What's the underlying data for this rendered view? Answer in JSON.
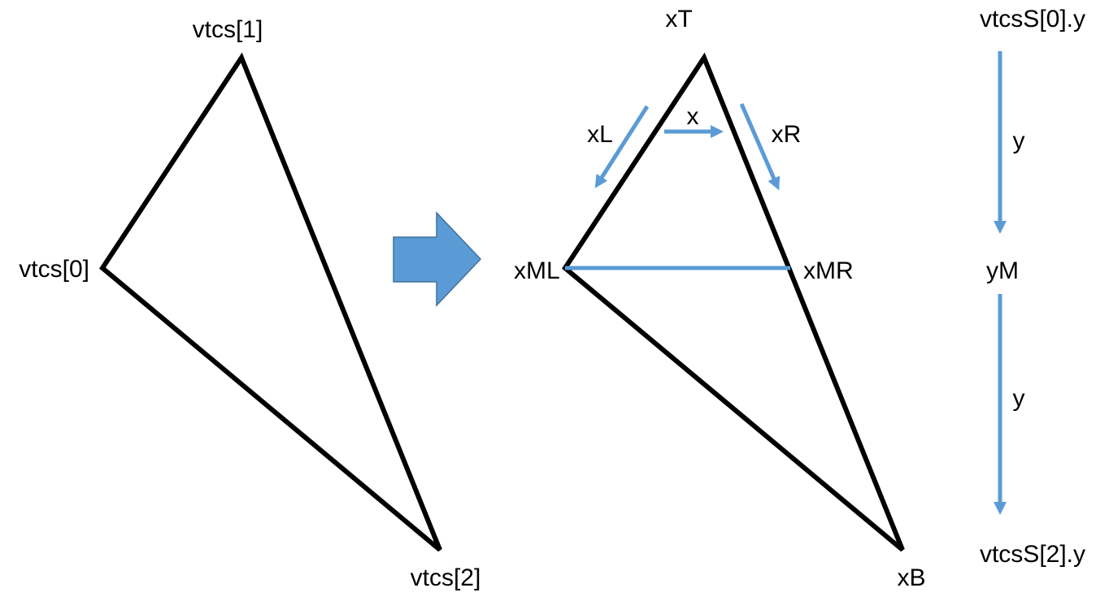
{
  "colors": {
    "outline": "#000000",
    "accent": "#5B9BD5",
    "accent_border": "#41719C",
    "background": "#FFFFFF"
  },
  "left_triangle": {
    "vertex_0": "vtcs[0]",
    "vertex_1": "vtcs[1]",
    "vertex_2": "vtcs[2]"
  },
  "right_triangle": {
    "top": "xT",
    "mid_left": "xML",
    "mid_right": "xMR",
    "bottom": "xB",
    "left_step": "xL",
    "scan_step": "x",
    "right_step": "xR"
  },
  "y_axis": {
    "start": "vtcsS[0].y",
    "upper_step": "y",
    "middle": "yM",
    "lower_step": "y",
    "end": "vtcsS[2].y"
  }
}
